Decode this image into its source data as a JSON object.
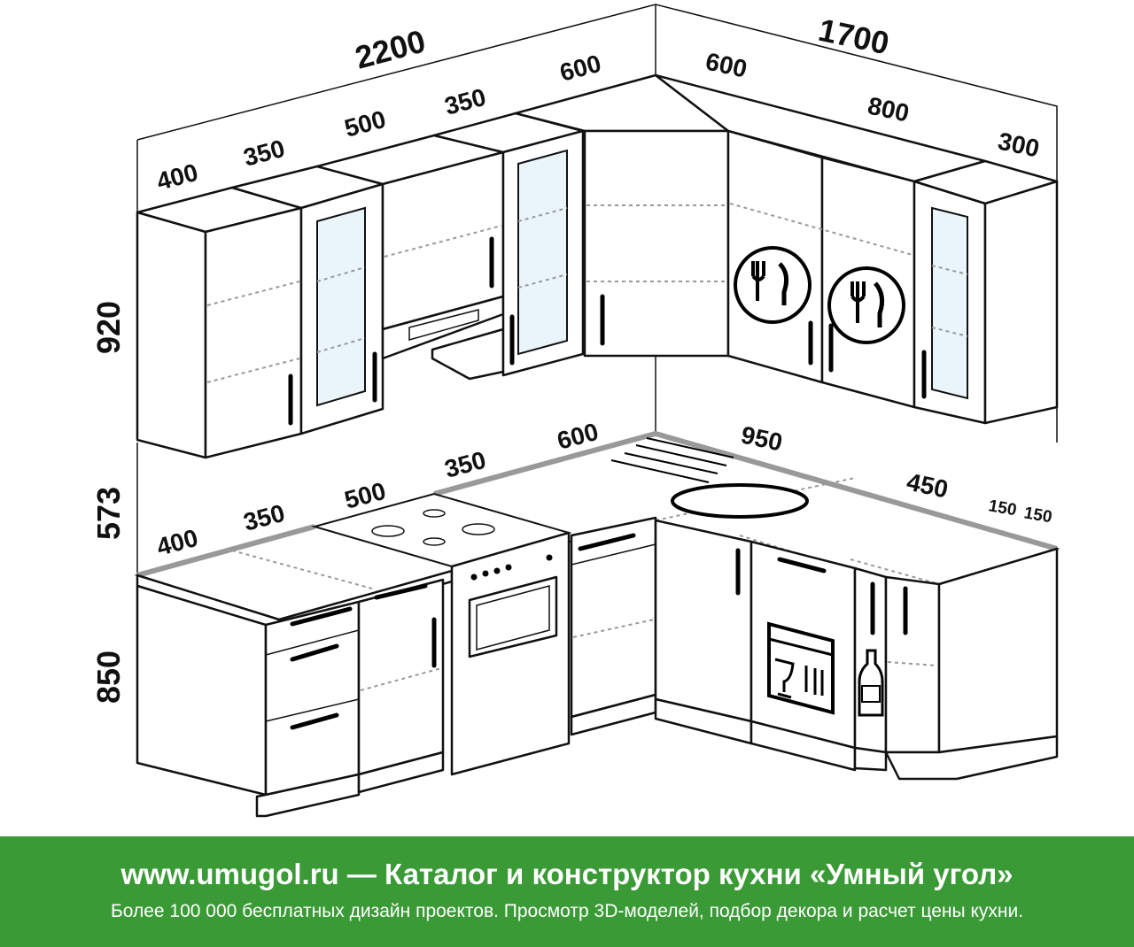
{
  "dimensions": {
    "top_total_left": "2200",
    "top_total_right": "1700",
    "upper_left": [
      "400",
      "350",
      "500",
      "350",
      "600"
    ],
    "upper_right": [
      "600",
      "800",
      "300"
    ],
    "height_upper": "920",
    "height_gap": "573",
    "height_lower": "850",
    "lower_left": [
      "400",
      "350",
      "500",
      "350",
      "600"
    ],
    "lower_right": [
      "950",
      "450",
      "150",
      "150"
    ]
  },
  "banner": {
    "title": "www.umugol.ru — Каталог и конструктор кухни «Умный угол»",
    "subtitle": "Более 100 000 бесплатных дизайн проектов. Просмотр 3D-моделей, подбор декора и расчет цены кухни."
  },
  "colors": {
    "banner_bg": "#3a9a36",
    "countertop_edge": "#999999",
    "glass": "#eaf4fb"
  }
}
